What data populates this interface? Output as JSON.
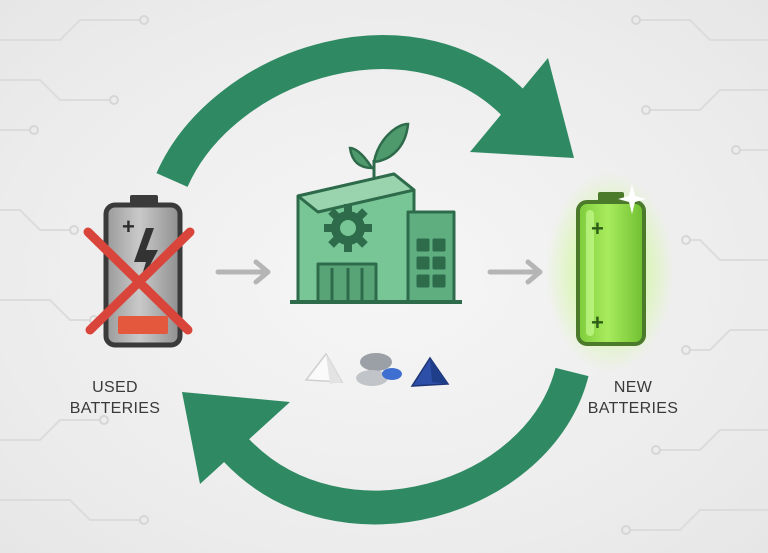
{
  "labels": {
    "used_line1": "USED",
    "used_line2": "BATTERIES",
    "new_line1": "NEW",
    "new_line2": "BATTERIES"
  },
  "icons": {
    "used_battery": "battery-depleted-icon",
    "cross_mark": "cross-icon",
    "factory": "factory-icon",
    "leaf": "leaf-icon",
    "gear": "gear-icon",
    "new_battery": "battery-charged-icon",
    "materials": [
      "white-mineral-icon",
      "grey-pellets-icon",
      "blue-crystal-icon"
    ]
  },
  "colors": {
    "cycle_arrow": "#2f8a63",
    "factory_green": "#6fbf8e",
    "factory_dark": "#2e6b4b",
    "used_battery_bar": "#e4583e",
    "cross": "#d9453a",
    "new_battery": "#8fd94a",
    "flow_arrow": "#b5b5b5"
  }
}
